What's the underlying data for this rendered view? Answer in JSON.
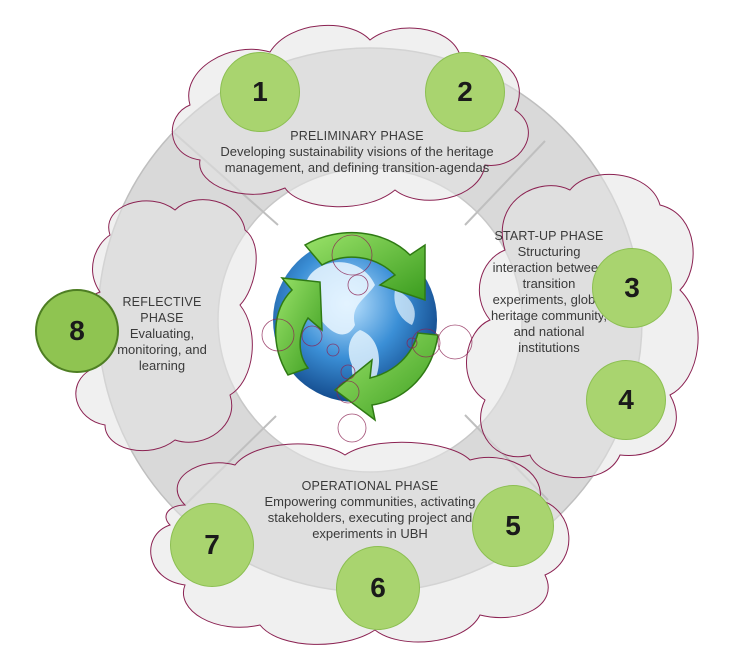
{
  "phases": {
    "preliminary": {
      "title": "PRELIMINARY PHASE",
      "desc": "Developing sustainability visions of the heritage management, and defining transition-agendas"
    },
    "startup": {
      "title": "START-UP PHASE",
      "desc": "Structuring interaction between transition experiments, global heritage community, and national institutions"
    },
    "operational": {
      "title": "OPERATIONAL PHASE",
      "desc": "Empowering communities, activating stakeholders, executing project and experiments in UBH"
    },
    "reflective": {
      "title": "REFLECTIVE PHASE",
      "desc": "Evaluating, monitoring, and learning"
    }
  },
  "steps": [
    "1",
    "2",
    "3",
    "4",
    "5",
    "6",
    "7",
    "8"
  ],
  "colors": {
    "ring": "#d9d9d9",
    "ring_outline": "#bfbfbf",
    "cloud_outline": "#8b2252",
    "step_fill": "#a9d46f",
    "step_fill_highlight": "#8fc451",
    "recycle_green": "#5bbf2e",
    "globe_blue": "#2f7fc8"
  },
  "center_icon": "recycling-globe-icon"
}
